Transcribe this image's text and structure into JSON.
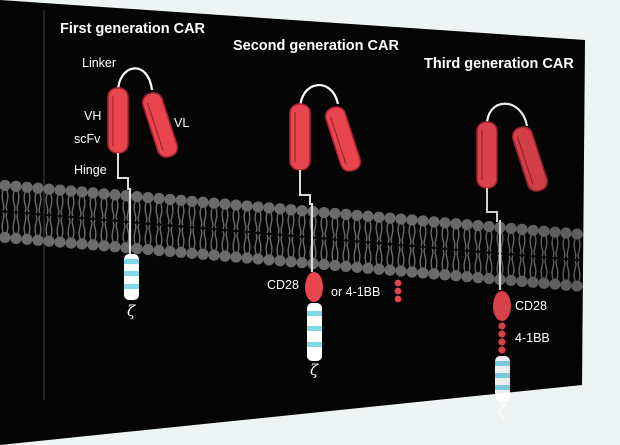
{
  "panels": [
    {
      "title": "First generation CAR",
      "labels": {
        "linker": "Linker",
        "vh": "VH",
        "scfv": "scFv",
        "vl": "VL",
        "hinge": "Hinge",
        "zeta": "ζ"
      }
    },
    {
      "title": "Second generation CAR",
      "labels": {
        "cd28": "CD28",
        "or_41bb": "or 4-1BB",
        "zeta": "ζ"
      }
    },
    {
      "title": "Third generation CAR",
      "labels": {
        "cd28": "CD28",
        "bb": "4-1BB",
        "zeta": "ζ"
      }
    }
  ],
  "colors": {
    "domain_red": "#e8454f",
    "domain_dark_red": "#a3232c",
    "itam_cyan": "#7fd8e8",
    "membrane_gray": "#6b6b6b",
    "background": "#050505"
  }
}
